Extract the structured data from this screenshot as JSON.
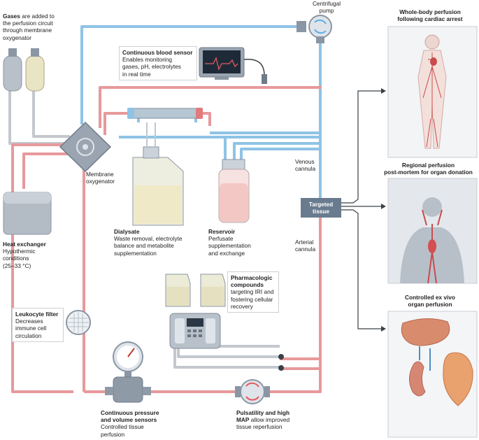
{
  "gases": {
    "title": "Gases",
    "text": " are added to the perfusion circuit through membrane oxygenator"
  },
  "centrifugal_pump": {
    "line1": "Centrifugal",
    "line2": "pump"
  },
  "blood_sensor": {
    "title": "Continuous blood sensor",
    "line1": "Enables monitoring",
    "line2": "gases, pH, electrolytes",
    "line3": "in real time"
  },
  "membrane_oxygenator": {
    "line1": "Membrane",
    "line2": "oxygenator"
  },
  "heat_exchanger": {
    "title": "Heat exchanger",
    "line1": "Hypothermic",
    "line2": "conditions",
    "line3": "(25–33 °C)"
  },
  "dialysate": {
    "title": "Dialysate",
    "line1": "Waste removal, electrolyte",
    "line2": "balance and metabolite",
    "line3": "supplementation"
  },
  "reservoir": {
    "title": "Reservoir",
    "line1": "Perfusate",
    "line2": "supplementation",
    "line3": "and exchange"
  },
  "venous_cannula": {
    "line1": "Venous",
    "line2": "cannula"
  },
  "arterial_cannula": {
    "line1": "Arterial",
    "line2": "cannula"
  },
  "targeted_tissue": {
    "line1": "Targeted",
    "line2": "tissue"
  },
  "pharmacologic": {
    "title1": "Pharmacologic",
    "title2": "compounds",
    "line1": "targeting IRI and",
    "line2": "fostering cellular",
    "line3": "recovery"
  },
  "leukocyte_filter": {
    "title": "Leukocyte filter",
    "line1": "Decreases",
    "line2": "immune cell",
    "line3": "circulation"
  },
  "pressure_sensors": {
    "title1": "Continuous pressure",
    "title2": "and volume sensors",
    "line1": "Controlled tissue",
    "line2": "perfusion"
  },
  "pulsatility": {
    "title1": "Pulsatility and high",
    "title2": "MAP",
    "text2": " allow improved",
    "line3": "tissue reperfusion"
  },
  "panels": [
    {
      "title1": "Whole-body perfusion",
      "title2": "following cardiac arrest"
    },
    {
      "title1": "Regional perfusion",
      "title2": "post-mortem for organ donation"
    },
    {
      "title1": "Controlled ex vivo",
      "title2": "organ perfusion"
    }
  ],
  "colors": {
    "blue_line": "#8ec3e6",
    "red_line": "#e7999b",
    "grey_line": "#c3c8ce",
    "device": "#8a96a3",
    "tissue_box": "#697b8e"
  }
}
